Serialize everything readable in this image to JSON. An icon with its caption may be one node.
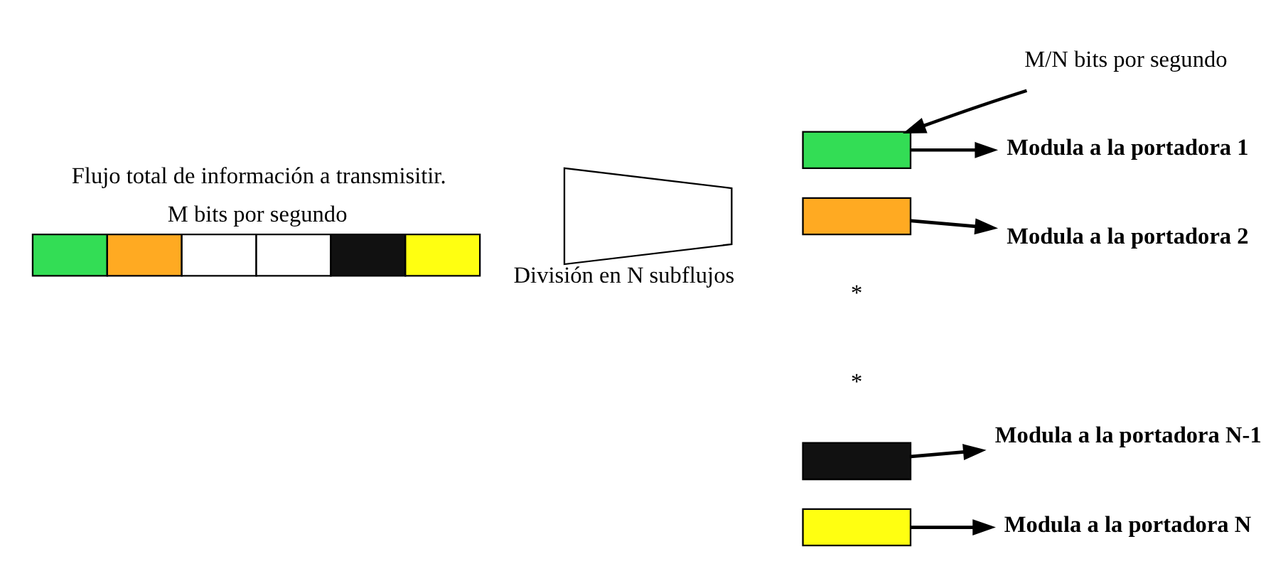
{
  "diagram": {
    "nodes": [
      {
        "text": [],
        "shape": "bar",
        "beside": [
          "Flujo total de información a transmisitir.",
          "M bits por segundo"
        ]
      },
      {
        "text": [],
        "shape": "trapezoid",
        "beside": [
          "División en N subflujos"
        ]
      },
      {
        "text": [],
        "shape": "box"
      },
      {
        "text": [],
        "shape": "box"
      },
      {
        "text": [],
        "shape": "box"
      },
      {
        "text": [],
        "shape": "box"
      },
      {
        "text": [
          "Modula a la portadora 1"
        ]
      },
      {
        "text": [
          "Modula a la portadora 2"
        ]
      },
      {
        "text": [
          "Modula a la portadora N-1"
        ]
      },
      {
        "text": [
          "Modula a la portadora N"
        ]
      },
      {
        "text": [
          "M/N bits por segundo"
        ]
      }
    ],
    "edges": [
      {
        "from": 2,
        "to": 6,
        "arrow": "to"
      },
      {
        "from": 3,
        "to": 7,
        "arrow": "to"
      },
      {
        "from": 4,
        "to": 8,
        "arrow": "to"
      },
      {
        "from": 5,
        "to": 9,
        "arrow": "to"
      },
      {
        "from": 10,
        "to": 2,
        "arrow": "to"
      }
    ],
    "labels": [
      "*",
      "*"
    ]
  }
}
